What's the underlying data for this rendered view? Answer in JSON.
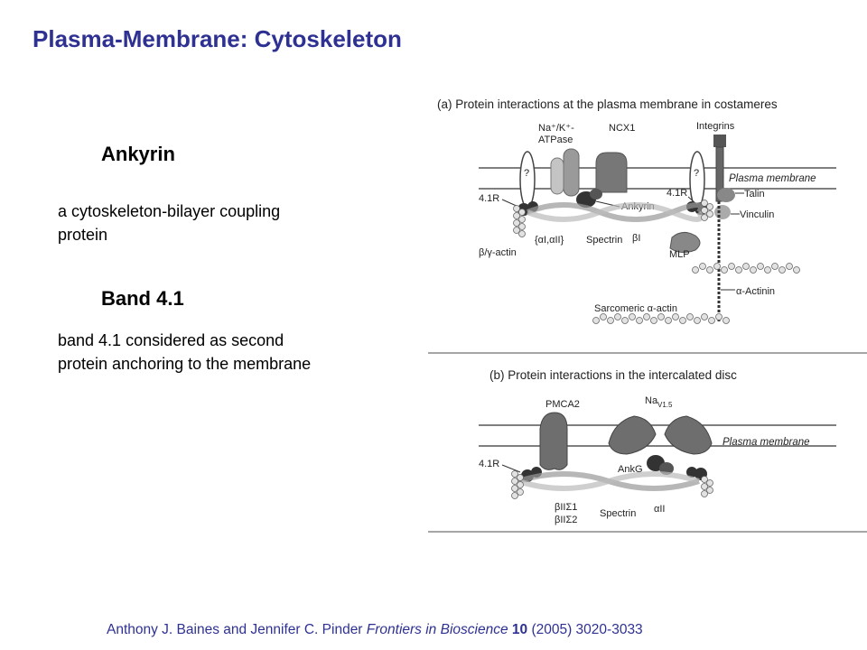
{
  "slide": {
    "title": "Plasma-Membrane: Cytoskeleton"
  },
  "sections": [
    {
      "heading": "Ankyrin",
      "text_line1": "a cytoskeleton-bilayer coupling",
      "text_line2": "protein"
    },
    {
      "heading": "Band 4.1",
      "text_line1": "band 4.1 considered as second",
      "text_line2": "protein anchoring to the membrane"
    }
  ],
  "figure": {
    "panel_a": {
      "title": "(a) Protein interactions at the plasma membrane in costameres",
      "labels": {
        "atpase_1": "Na⁺/K⁺-",
        "atpase_2": "ATPase",
        "ncx1": "NCX1",
        "integrins": "Integrins",
        "membrane": "Plasma membrane",
        "r41_left": "4.1R",
        "r41_right": "4.1R",
        "ankyrin": "Ankyrin",
        "talin": "Talin",
        "vinculin": "Vinculin",
        "q_left": "?",
        "q_right": "?",
        "spectrin_isoforms": "{αI,αII}",
        "spectrin": "Spectrin",
        "beta_i": "βI",
        "actin": "β/γ-actin",
        "mlp": "MLP",
        "alpha_actinin": "α-Actinin",
        "sarcomeric": "Sarcomeric α-actin"
      }
    },
    "panel_b": {
      "title": "(b) Protein interactions in the intercalated disc",
      "labels": {
        "pmca2": "PMCA2",
        "nav_base": "Na",
        "nav_sub": "V1.5",
        "membrane": "Plasma membrane",
        "r41": "4.1R",
        "ankg": "AnkG",
        "beta_1": "βIIΣ1",
        "beta_2": "βIIΣ2",
        "spectrin": "Spectrin",
        "alpha_ii": "αII"
      }
    }
  },
  "citation": {
    "authors": "Anthony J. Baines and Jennifer C. Pinder ",
    "journal": "Frontiers in Bioscience",
    "volume": "10",
    "details": " (2005) 3020-3033"
  },
  "colors": {
    "title": "#2e3192",
    "citation": "#2e3192",
    "protein_dark": "#3a3a3a",
    "protein_mid": "#7a7a7a",
    "protein_light": "#b8b8b8"
  }
}
